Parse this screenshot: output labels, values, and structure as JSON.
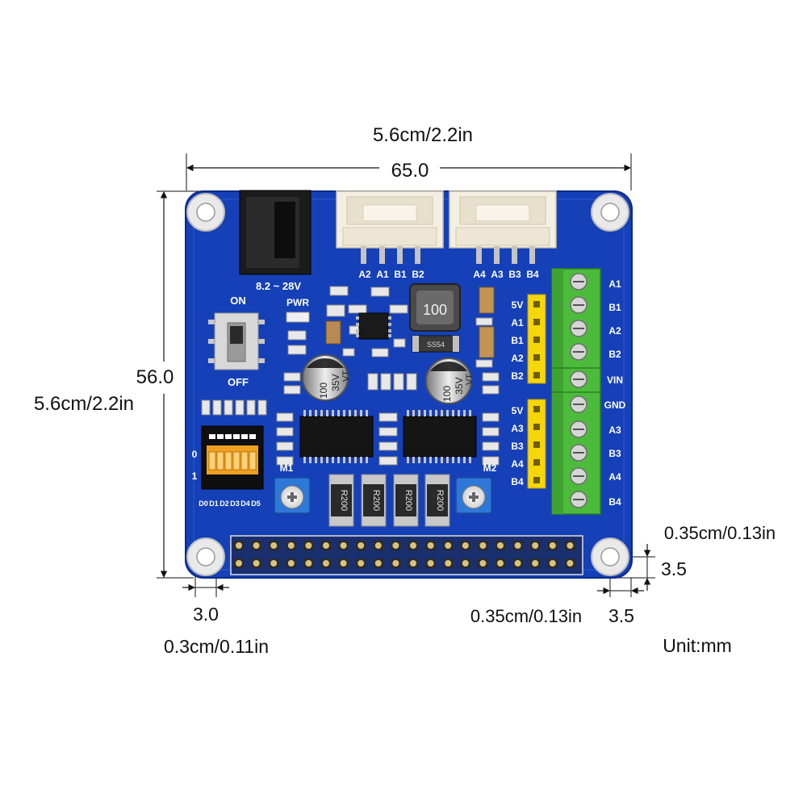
{
  "dimensions": {
    "width_mm": "65.0",
    "width_metric": "5.6cm/2.2in",
    "height_mm": "56.0",
    "height_metric": "5.6cm/2.2in",
    "hole_offset_left_mm": "3.0",
    "hole_offset_left_metric": "0.3cm/0.11in",
    "hole_offset_bottom_mm": "3.5",
    "hole_offset_bottom_metric": "0.35cm/0.13in",
    "hole_offset_right_mm": "3.5",
    "hole_offset_right_metric": "0.35cm/0.13in",
    "unit_label": "Unit:mm"
  },
  "board": {
    "power_input_label": "8.2 ~ 28V",
    "pwr_label": "PWR",
    "switch_on": "ON",
    "switch_off": "OFF",
    "dip_row_0": "0",
    "dip_row_1": "1",
    "dip_labels": [
      "D0",
      "D1",
      "D2",
      "D3",
      "D4",
      "D5"
    ],
    "motor1_label": "M1",
    "motor2_label": "M2",
    "connector1_pins": [
      "A2",
      "A1",
      "B1",
      "B2"
    ],
    "connector2_pins": [
      "A4",
      "A3",
      "B3",
      "B4"
    ],
    "header1_pins": [
      "5V",
      "A1",
      "B1",
      "A2",
      "B2"
    ],
    "header2_pins": [
      "5V",
      "A3",
      "B3",
      "A4",
      "B4"
    ],
    "terminal_labels": [
      "A1",
      "B1",
      "A2",
      "B2",
      "VIN",
      "GND",
      "A3",
      "B3",
      "A4",
      "B4"
    ],
    "inductor_marking": "100",
    "diode_marking": "SS54",
    "cap_value": "100",
    "cap_voltage": "35V",
    "cap_series": "VT",
    "resistor_markings": [
      "R200",
      "R200",
      "R200",
      "R200"
    ]
  },
  "colors": {
    "pcb": "#1540b8",
    "terminal": "#4cbb3c",
    "header": "#f5d60a"
  }
}
